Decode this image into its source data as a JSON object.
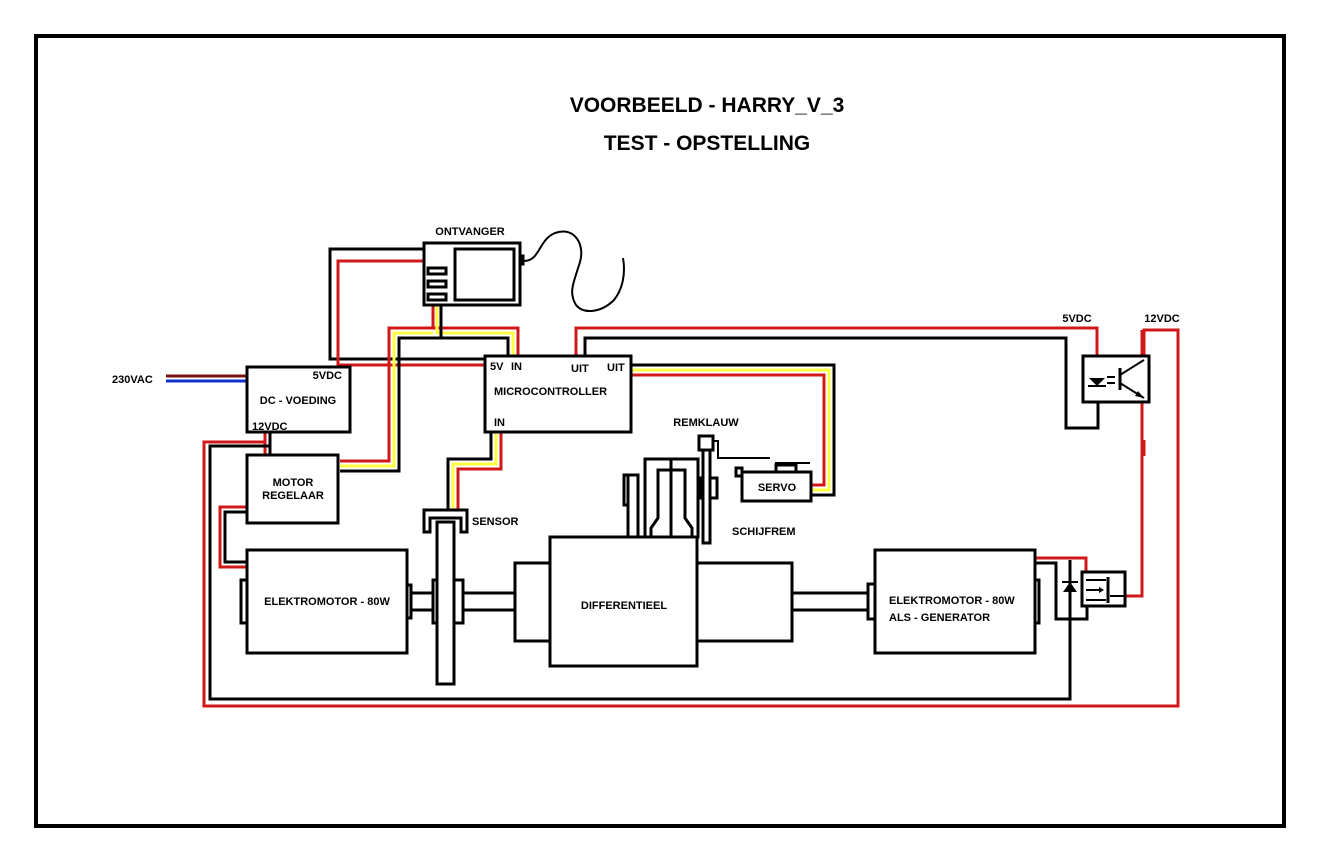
{
  "title": {
    "line1": "VOORBEELD - HARRY_V_3",
    "line2": "TEST - OPSTELLING"
  },
  "components": {
    "receiver": "ONTVANGER",
    "power_supply": "DC - VOEDING",
    "power_supply_out_5v": "5VDC",
    "power_supply_out_12v": "12VDC",
    "mains_input": "230VAC",
    "motor_controller_line1": "MOTOR",
    "motor_controller_line2": "REGELAAR",
    "microcontroller": "MICROCONTROLLER",
    "mcu_pin_5v": "5V",
    "mcu_pin_in_top": "IN",
    "mcu_pin_out_1": "UIT",
    "mcu_pin_out_2": "UIT",
    "mcu_pin_in_bottom": "IN",
    "sensor": "SENSOR",
    "brake_caliper": "REMKLAUW",
    "servo": "SERVO",
    "disc_brake": "SCHIJFREM",
    "motor_left": "ELEKTROMOTOR - 80W",
    "differential": "DIFFERENTIEEL",
    "motor_right_line1": "ELEKTROMOTOR - 80W",
    "motor_right_line2": "ALS - GENERATOR",
    "optocoupler_5v": "5VDC",
    "optocoupler_12v": "12VDC"
  },
  "wire_colors": {
    "positive": "#d01818",
    "ground": "#000000",
    "signal": "#ffff40",
    "mains_live": "#7a1010",
    "mains_neutral": "#1030d0"
  }
}
